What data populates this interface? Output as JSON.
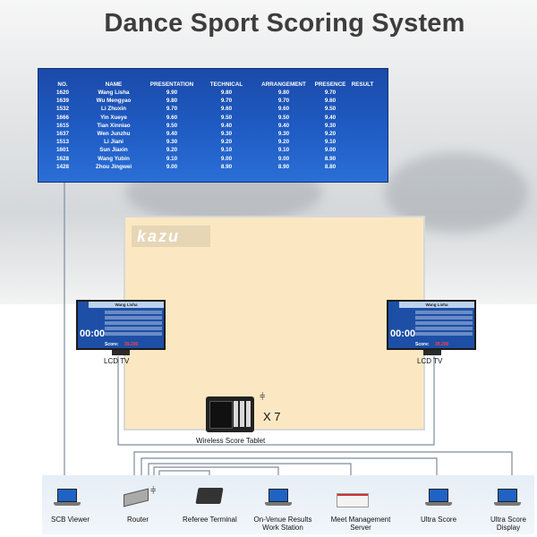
{
  "title": "Dance Sport Scoring System",
  "scoreboard": {
    "headers": [
      "NO.",
      "NAME",
      "PRESENTATION",
      "TECHNICAL",
      "ARRANGEMENT",
      "PRESENCE",
      "RESULT"
    ],
    "rows": [
      [
        "1620",
        "Wang Lisha",
        "9.90",
        "9.80",
        "9.80",
        "9.70",
        ""
      ],
      [
        "1639",
        "Wu Mengyao",
        "9.80",
        "9.70",
        "9.70",
        "9.60",
        ""
      ],
      [
        "1532",
        "Li Zhuxin",
        "9.70",
        "9.60",
        "9.60",
        "9.50",
        ""
      ],
      [
        "1666",
        "Yin Xueye",
        "9.60",
        "9.50",
        "9.50",
        "9.40",
        ""
      ],
      [
        "1615",
        "Tian Xinniao",
        "9.50",
        "9.40",
        "9.40",
        "9.30",
        ""
      ],
      [
        "1637",
        "Wen Junzhu",
        "9.40",
        "9.30",
        "9.30",
        "9.20",
        ""
      ],
      [
        "1513",
        "Li Jiani",
        "9.30",
        "9.20",
        "9.20",
        "9.10",
        ""
      ],
      [
        "1601",
        "Sun Jiaxin",
        "9.20",
        "9.10",
        "9.10",
        "9.00",
        ""
      ],
      [
        "1628",
        "Wang Yubin",
        "9.10",
        "9.00",
        "9.00",
        "8.90",
        ""
      ],
      [
        "1428",
        "Zhou Jingwei",
        "9.00",
        "8.90",
        "8.90",
        "8.80",
        ""
      ]
    ]
  },
  "arena": {
    "logo": "kazu"
  },
  "tv_left": {
    "athlete": "Wang Lisha",
    "time": "00:00",
    "score_label": "Score:",
    "score_value": "39.200",
    "caption": "LCD TV"
  },
  "tv_right": {
    "athlete": "Wang Lisha",
    "time": "00:00",
    "score_label": "Score:",
    "score_value": "39.200",
    "caption": "LCD TV"
  },
  "tablet": {
    "count": "X 7",
    "caption": "Wireless Score Tablet"
  },
  "devices": {
    "scb_viewer": "SCB Viewer",
    "router": "Router",
    "referee_terminal": "Referee Terminal",
    "onvenue_line1": "On-Venue Results",
    "onvenue_line2": "Work Station",
    "meet_line1": "Meet Management",
    "meet_line2": "Server",
    "ultra_score": "Ultra Score",
    "ultra_display_line1": "Ultra Score",
    "ultra_display_line2": "Display"
  },
  "icons": [
    "wifi-icon",
    "laptop-icon",
    "router-icon",
    "tablet-icon",
    "server-icon",
    "referee-terminal-icon"
  ],
  "colors": {
    "board_blue": "#1f5cc4",
    "arena_fill": "#fbe8c2",
    "screen_blue": "#1f63c4"
  }
}
